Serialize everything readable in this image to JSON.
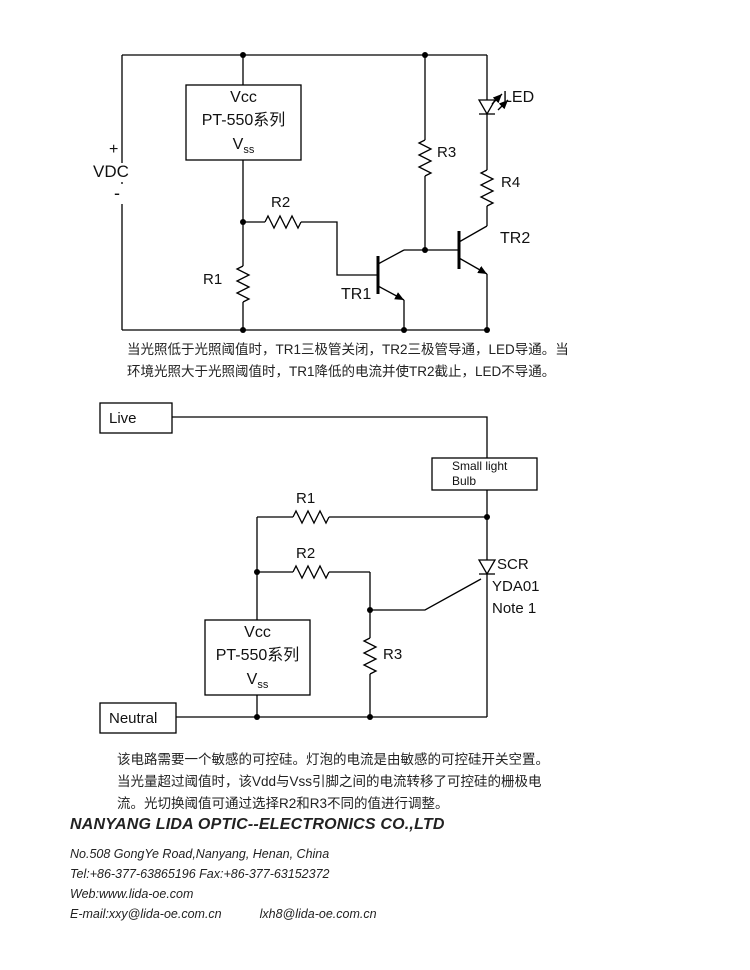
{
  "c1": {
    "labels": {
      "plus": "+",
      "vdc": "VDC",
      "minus": "-",
      "r1": "R1",
      "r2": "R2",
      "r3": "R3",
      "r4": "R4",
      "led": "LED",
      "tr1": "TR1",
      "tr2": "TR2"
    },
    "box": {
      "vcc": "Vcc",
      "series": "PT-550系列",
      "v": "V",
      "ss": "ss"
    },
    "caption1": "当光照低于光照阈值时，TR1三极管关闭，TR2三极管导通，LED导通。当",
    "caption2": "环境光照大于光照阈值时，TR1降低的电流并使TR2截止，LED不导通。"
  },
  "c2": {
    "labels": {
      "live": "Live",
      "neutral": "Neutral",
      "bulb1": "Small light",
      "bulb2": "Bulb",
      "r1": "R1",
      "r2": "R2",
      "r3": "R3",
      "scr": "SCR",
      "part": "YDA01",
      "note": "Note 1"
    },
    "box": {
      "vcc": "Vcc",
      "series": "PT-550系列",
      "v": "V",
      "ss": "ss"
    },
    "caption1": "该电路需要一个敏感的可控硅。灯泡的电流是由敏感的可控硅开关空置。",
    "caption2": "当光量超过阈值时，该Vdd与Vss引脚之间的电流转移了可控硅的栅极电",
    "caption3": "流。光切换阈值可通过选择R2和R3不同的值进行调整。"
  },
  "footer": {
    "company": "NANYANG LIDA OPTIC--ELECTRONICS CO.,LTD",
    "address": "No.508 GongYe Road,Nanyang, Henan, China",
    "telfax": "Tel:+86-377-63865196 Fax:+86-377-63152372",
    "web": "Web:www.lida-oe.com",
    "email1": "E-mail:xxy@lida-oe.com.cn",
    "email2": "lxh8@lida-oe.com.cn"
  }
}
